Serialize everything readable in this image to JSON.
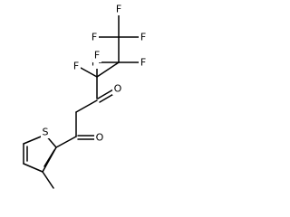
{
  "molecule": {
    "atoms": [
      {
        "id": "F1",
        "label": "F"
      },
      {
        "id": "F2",
        "label": "F"
      },
      {
        "id": "F3",
        "label": "F"
      },
      {
        "id": "F4",
        "label": "F"
      },
      {
        "id": "F5",
        "label": "F"
      },
      {
        "id": "F6",
        "label": "F"
      },
      {
        "id": "F7",
        "label": "F"
      },
      {
        "id": "O1",
        "label": "O"
      },
      {
        "id": "O2",
        "label": "O"
      },
      {
        "id": "S1",
        "label": "S"
      }
    ]
  }
}
